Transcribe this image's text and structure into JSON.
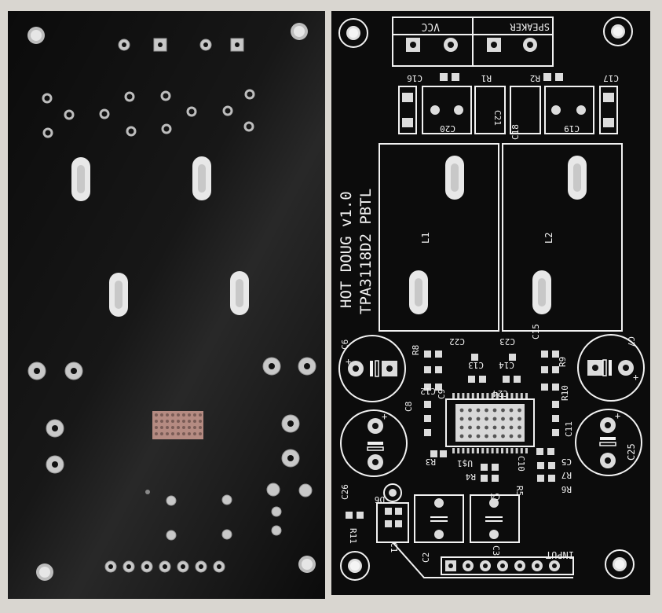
{
  "board": {
    "title": "HOT DOUG v1.0",
    "subtitle": "TPA3118D2 PBTL",
    "headers": {
      "vcc": "VCC",
      "speaker": "SPEAKER",
      "input": "INPUT"
    },
    "inductors": [
      "L1",
      "L2"
    ],
    "refs": {
      "c16": "C16",
      "r1": "R1",
      "r2": "R2",
      "c17": "C17",
      "c20": "C20",
      "c21": "C21",
      "c18": "C18",
      "c19": "C19",
      "c6": "C6",
      "c7": "C7",
      "r8": "R8",
      "c22": "C22",
      "c23": "C23",
      "c15": "C15",
      "c13": "C13",
      "c14": "C14",
      "r9": "R9",
      "c12": "C12",
      "c9": "C9",
      "c24": "C24",
      "r10": "R10",
      "c8": "C8",
      "c11": "C11",
      "c25": "C25",
      "r3": "R3",
      "us1": "U$1",
      "c10": "C10",
      "c5": "C5",
      "r4": "R4",
      "r7": "R7",
      "r6": "R6",
      "c26": "C26",
      "d6": "D6",
      "r5": "R5",
      "c4": "C4",
      "r11": "R11",
      "c1": "C1",
      "c2": "C2",
      "c3": "C3"
    }
  },
  "colors": {
    "pcb": "#0c0c0c",
    "silkscreen": "#f2f2f2",
    "pad": "#dcdcdc",
    "background": "#d9d6d0"
  }
}
